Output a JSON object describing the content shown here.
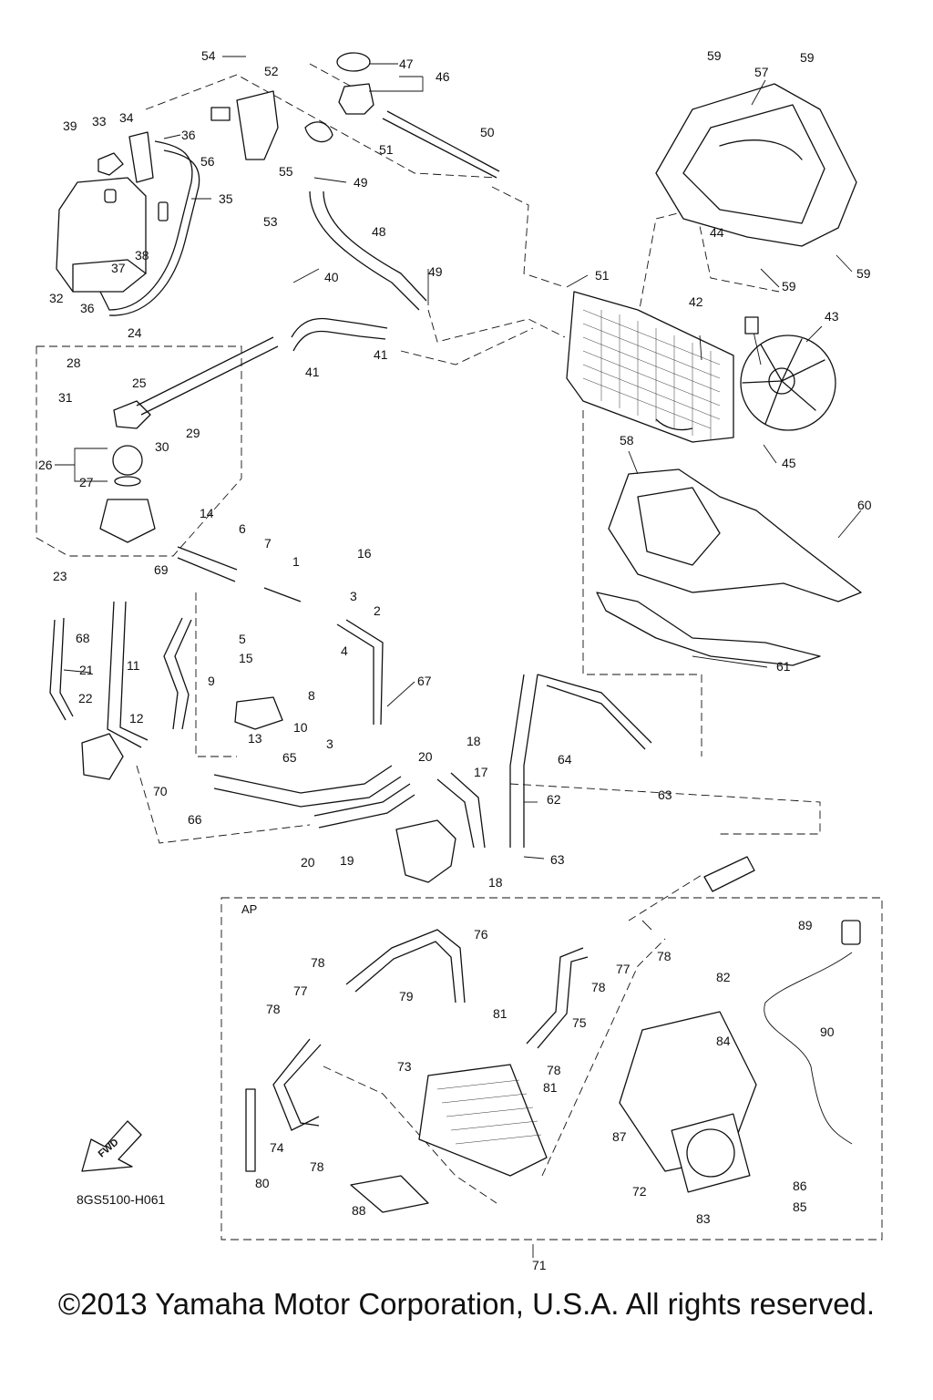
{
  "diagram_code": "8GS5100-H061",
  "copyright": "©2013 Yamaha Motor Corporation, U.S.A. All rights reserved.",
  "group_label": "AP",
  "fwd_label": "FWD",
  "callouts": [
    {
      "id": "c54",
      "text": "54"
    },
    {
      "id": "c52",
      "text": "52"
    },
    {
      "id": "c47",
      "text": "47"
    },
    {
      "id": "c46",
      "text": "46"
    },
    {
      "id": "c59a",
      "text": "59"
    },
    {
      "id": "c59b",
      "text": "59"
    },
    {
      "id": "c57",
      "text": "57"
    },
    {
      "id": "c39",
      "text": "39"
    },
    {
      "id": "c33",
      "text": "33"
    },
    {
      "id": "c34",
      "text": "34"
    },
    {
      "id": "c36a",
      "text": "36"
    },
    {
      "id": "c56",
      "text": "56"
    },
    {
      "id": "c51a",
      "text": "51"
    },
    {
      "id": "c50",
      "text": "50"
    },
    {
      "id": "c55",
      "text": "55"
    },
    {
      "id": "c49a",
      "text": "49"
    },
    {
      "id": "c35",
      "text": "35"
    },
    {
      "id": "c53",
      "text": "53"
    },
    {
      "id": "c48",
      "text": "48"
    },
    {
      "id": "c44",
      "text": "44"
    },
    {
      "id": "c38",
      "text": "38"
    },
    {
      "id": "c37",
      "text": "37"
    },
    {
      "id": "c32",
      "text": "32"
    },
    {
      "id": "c36b",
      "text": "36"
    },
    {
      "id": "c40",
      "text": "40"
    },
    {
      "id": "c49b",
      "text": "49"
    },
    {
      "id": "c51b",
      "text": "51"
    },
    {
      "id": "c59c",
      "text": "59"
    },
    {
      "id": "c59d",
      "text": "59"
    },
    {
      "id": "c42",
      "text": "42"
    },
    {
      "id": "c43",
      "text": "43"
    },
    {
      "id": "c24",
      "text": "24"
    },
    {
      "id": "c41a",
      "text": "41"
    },
    {
      "id": "c41b",
      "text": "41"
    },
    {
      "id": "c28",
      "text": "28"
    },
    {
      "id": "c25",
      "text": "25"
    },
    {
      "id": "c31",
      "text": "31"
    },
    {
      "id": "c29",
      "text": "29"
    },
    {
      "id": "c30",
      "text": "30"
    },
    {
      "id": "c26",
      "text": "26"
    },
    {
      "id": "c27",
      "text": "27"
    },
    {
      "id": "c45",
      "text": "45"
    },
    {
      "id": "c58",
      "text": "58"
    },
    {
      "id": "c60",
      "text": "60"
    },
    {
      "id": "c14",
      "text": "14"
    },
    {
      "id": "c6",
      "text": "6"
    },
    {
      "id": "c7",
      "text": "7"
    },
    {
      "id": "c16",
      "text": "16"
    },
    {
      "id": "c1",
      "text": "1"
    },
    {
      "id": "c23",
      "text": "23"
    },
    {
      "id": "c69",
      "text": "69"
    },
    {
      "id": "c3a",
      "text": "3"
    },
    {
      "id": "c2",
      "text": "2"
    },
    {
      "id": "c68",
      "text": "68"
    },
    {
      "id": "c5",
      "text": "5"
    },
    {
      "id": "c15",
      "text": "15"
    },
    {
      "id": "c4",
      "text": "4"
    },
    {
      "id": "c11",
      "text": "11"
    },
    {
      "id": "c21",
      "text": "21"
    },
    {
      "id": "c61",
      "text": "61"
    },
    {
      "id": "c9",
      "text": "9"
    },
    {
      "id": "c8",
      "text": "8"
    },
    {
      "id": "c67",
      "text": "67"
    },
    {
      "id": "c22",
      "text": "22"
    },
    {
      "id": "c12",
      "text": "12"
    },
    {
      "id": "c10",
      "text": "10"
    },
    {
      "id": "c13",
      "text": "13"
    },
    {
      "id": "c18a",
      "text": "18"
    },
    {
      "id": "c3b",
      "text": "3"
    },
    {
      "id": "c64",
      "text": "64"
    },
    {
      "id": "c20a",
      "text": "20"
    },
    {
      "id": "c65",
      "text": "65"
    },
    {
      "id": "c17",
      "text": "17"
    },
    {
      "id": "c70",
      "text": "70"
    },
    {
      "id": "c66",
      "text": "66"
    },
    {
      "id": "c62",
      "text": "62"
    },
    {
      "id": "c63a",
      "text": "63"
    },
    {
      "id": "c20b",
      "text": "20"
    },
    {
      "id": "c19",
      "text": "19"
    },
    {
      "id": "c18b",
      "text": "18"
    },
    {
      "id": "c63b",
      "text": "63"
    },
    {
      "id": "c76",
      "text": "76"
    },
    {
      "id": "c89",
      "text": "89"
    },
    {
      "id": "c78a",
      "text": "78"
    },
    {
      "id": "c77a",
      "text": "77"
    },
    {
      "id": "c78b",
      "text": "78"
    },
    {
      "id": "c78c",
      "text": "78"
    },
    {
      "id": "c79",
      "text": "79"
    },
    {
      "id": "c82",
      "text": "82"
    },
    {
      "id": "c77b",
      "text": "77"
    },
    {
      "id": "c78d",
      "text": "78"
    },
    {
      "id": "c81a",
      "text": "81"
    },
    {
      "id": "c75",
      "text": "75"
    },
    {
      "id": "c90",
      "text": "90"
    },
    {
      "id": "c78e",
      "text": "78"
    },
    {
      "id": "c84",
      "text": "84"
    },
    {
      "id": "c73",
      "text": "73"
    },
    {
      "id": "c81b",
      "text": "81"
    },
    {
      "id": "c74",
      "text": "74"
    },
    {
      "id": "c87",
      "text": "87"
    },
    {
      "id": "c78f",
      "text": "78"
    },
    {
      "id": "c86",
      "text": "86"
    },
    {
      "id": "c80",
      "text": "80"
    },
    {
      "id": "c72",
      "text": "72"
    },
    {
      "id": "c85",
      "text": "85"
    },
    {
      "id": "c88",
      "text": "88"
    },
    {
      "id": "c83",
      "text": "83"
    },
    {
      "id": "c71",
      "text": "71"
    }
  ]
}
